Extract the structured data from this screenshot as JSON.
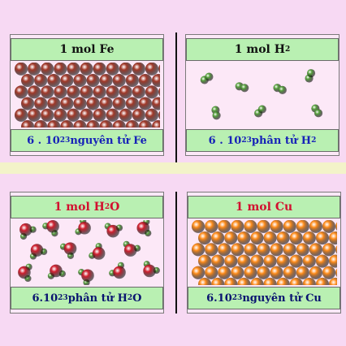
{
  "cards": [
    {
      "id": "fe",
      "top_prefix": "1 mol Fe",
      "bottom_prefix": "6 . 10",
      "bottom_exp": "23",
      "bottom_suffix": " nguyên tử Fe",
      "atom_color": "#a33a2a"
    },
    {
      "id": "h2",
      "top_prefix": "1 mol H",
      "top_sub": "2",
      "bottom_prefix": "6 . 10",
      "bottom_exp": "23",
      "bottom_suffix": " phân tử H",
      "bottom_sub": "2",
      "atom_color": "#5aa640"
    },
    {
      "id": "h2o",
      "top_prefix": "1 mol H",
      "top_sub": "2",
      "top_suffix": "O",
      "bottom_prefix": "6.10",
      "bottom_exp": "23",
      "bottom_mid": " phân tử H",
      "bottom_sub": "2",
      "bottom_suffix": "O",
      "o_color": "#d01f2e",
      "h_color": "#5aa640"
    },
    {
      "id": "cu",
      "top_prefix": "1 mol Cu",
      "bottom_prefix": "6.10",
      "bottom_exp": "23",
      "bottom_suffix": " nguyên tử Cu",
      "atom_color": "#ff8c1a"
    }
  ]
}
